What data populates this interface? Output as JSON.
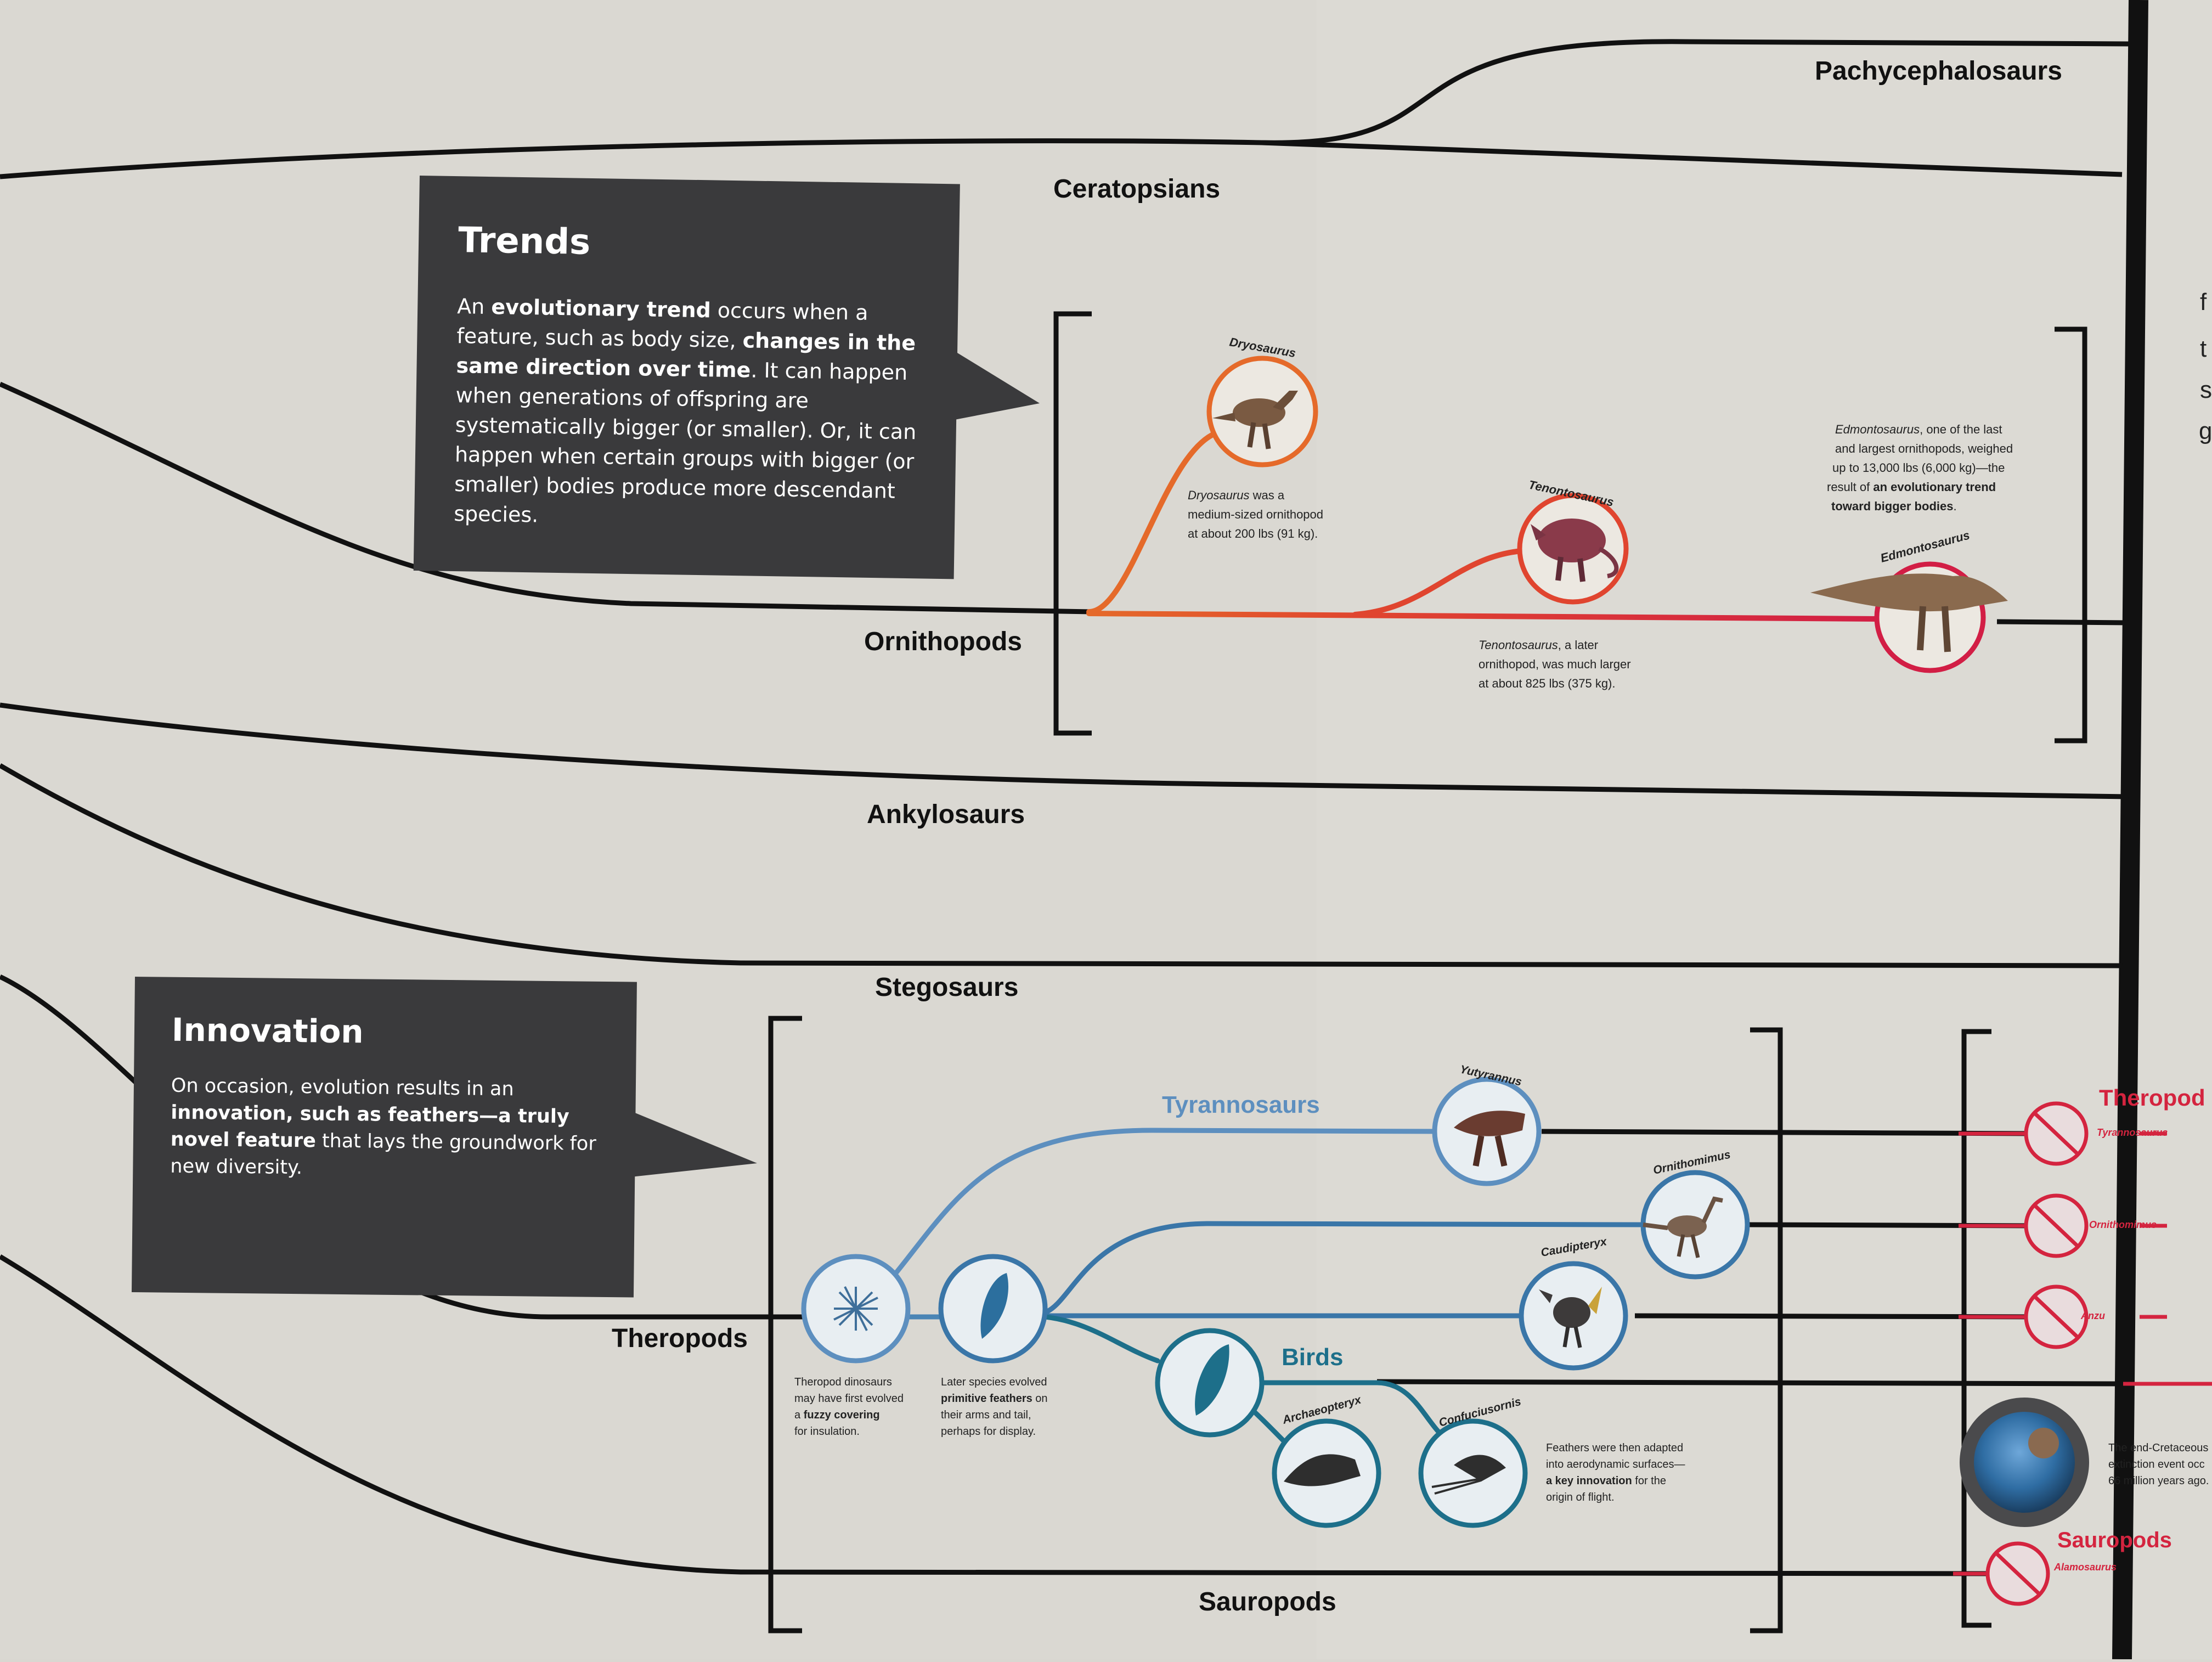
{
  "groups": {
    "pachycephalosaurs": "Pachycephalosaurs",
    "ceratopsians": "Ceratopsians",
    "ornithopods": "Ornithopods",
    "ankylosaurs": "Ankylosaurs",
    "stegosaurs": "Stegosaurs",
    "theropods": "Theropods",
    "sauropods": "Sauropods"
  },
  "trends": {
    "title": "Trends",
    "t1": "An ",
    "t2": "evolutionary trend",
    "t3": " occurs when a feature, such as body size, ",
    "t4": "changes in the same direction over time",
    "t5": ". It can happen when generations of offspring are systematically bigger (or smaller). Or, it can happen when certain groups with bigger (or smaller) bodies produce more descendant species."
  },
  "innovation": {
    "title": "Innovation",
    "t1": "On occasion, evolution results in an ",
    "t2": "innovation, such as feathers—a truly novel feature",
    "t3": " that lays the groundwork for new diversity."
  },
  "ornithopod_species": {
    "dryosaurus": {
      "name": "Dryosaurus",
      "cap1": "Dryosaurus",
      "cap2": " was a",
      "cap3": "medium-sized ornithopod",
      "cap4": "at about 200 lbs (91 kg)."
    },
    "tenontosaurus": {
      "name": "Tenontosaurus",
      "cap1": "Tenontosaurus",
      "cap2": ", a later",
      "cap3": "ornithopod, was much larger",
      "cap4": "at about 825 lbs (375 kg)."
    },
    "edmontosaurus": {
      "name": "Edmontosaurus",
      "cap1": "Edmontosaurus",
      "cap2": ", one of the last",
      "cap3": "and largest ornithopods, weighed",
      "cap4": "up to 13,000 lbs (6,000 kg)—the",
      "cap5": "result of ",
      "cap6": "an evolutionary trend",
      "cap7": "toward bigger bodies",
      "cap8": "."
    }
  },
  "theropod_tree": {
    "tyrannosaurs_label": "Tyrannosaurs",
    "birds_label": "Birds",
    "yutyrannus": "Yutyrannus",
    "ornithomimus": "Ornithomimus",
    "caudipteryx": "Caudipteryx",
    "archaeopteryx": "Archaeopteryx",
    "confuciusornis": "Confuciusornis",
    "fuzzy_caption": {
      "l1": "Theropod dinosaurs",
      "l2": "may have first evolved",
      "l3a": "a ",
      "l3b": "fuzzy covering",
      "l4": "for insulation."
    },
    "primitive_caption": {
      "l1": "Later species evolved",
      "l2a": "primitive feathers",
      "l2b": " on",
      "l3": "their arms and tail,",
      "l4": "perhaps for display."
    },
    "flight_caption": {
      "l1": "Feathers were then adapted",
      "l2": "into aerodynamic surfaces—",
      "l3a": "a key innovation",
      "l3b": " for the",
      "l4": "origin of flight."
    }
  },
  "right_edge": {
    "theropods": "Theropod",
    "tyrannosaurus": "Tyrannosaurus",
    "ornithomimus": "Ornithomimus",
    "anzu": "Anzu",
    "extinction_l1": "The end-Cretaceous",
    "extinction_l2": "extinction event occ",
    "extinction_l3": "66 million years ago.",
    "sauropods": "Sauropods",
    "alamosaurus": "Alamosaurus",
    "cut_letters": [
      "f",
      "t",
      "s",
      "g"
    ]
  },
  "colors": {
    "background": "#d9d7d1",
    "ink": "#111111",
    "panel": "#3a3a3c",
    "orange": "#e56a2a",
    "crimson": "#d21e45",
    "blue_light": "#5d8fbf",
    "blue": "#3a76a8",
    "teal": "#1d6f8a",
    "red_extinct": "#d4243f"
  }
}
